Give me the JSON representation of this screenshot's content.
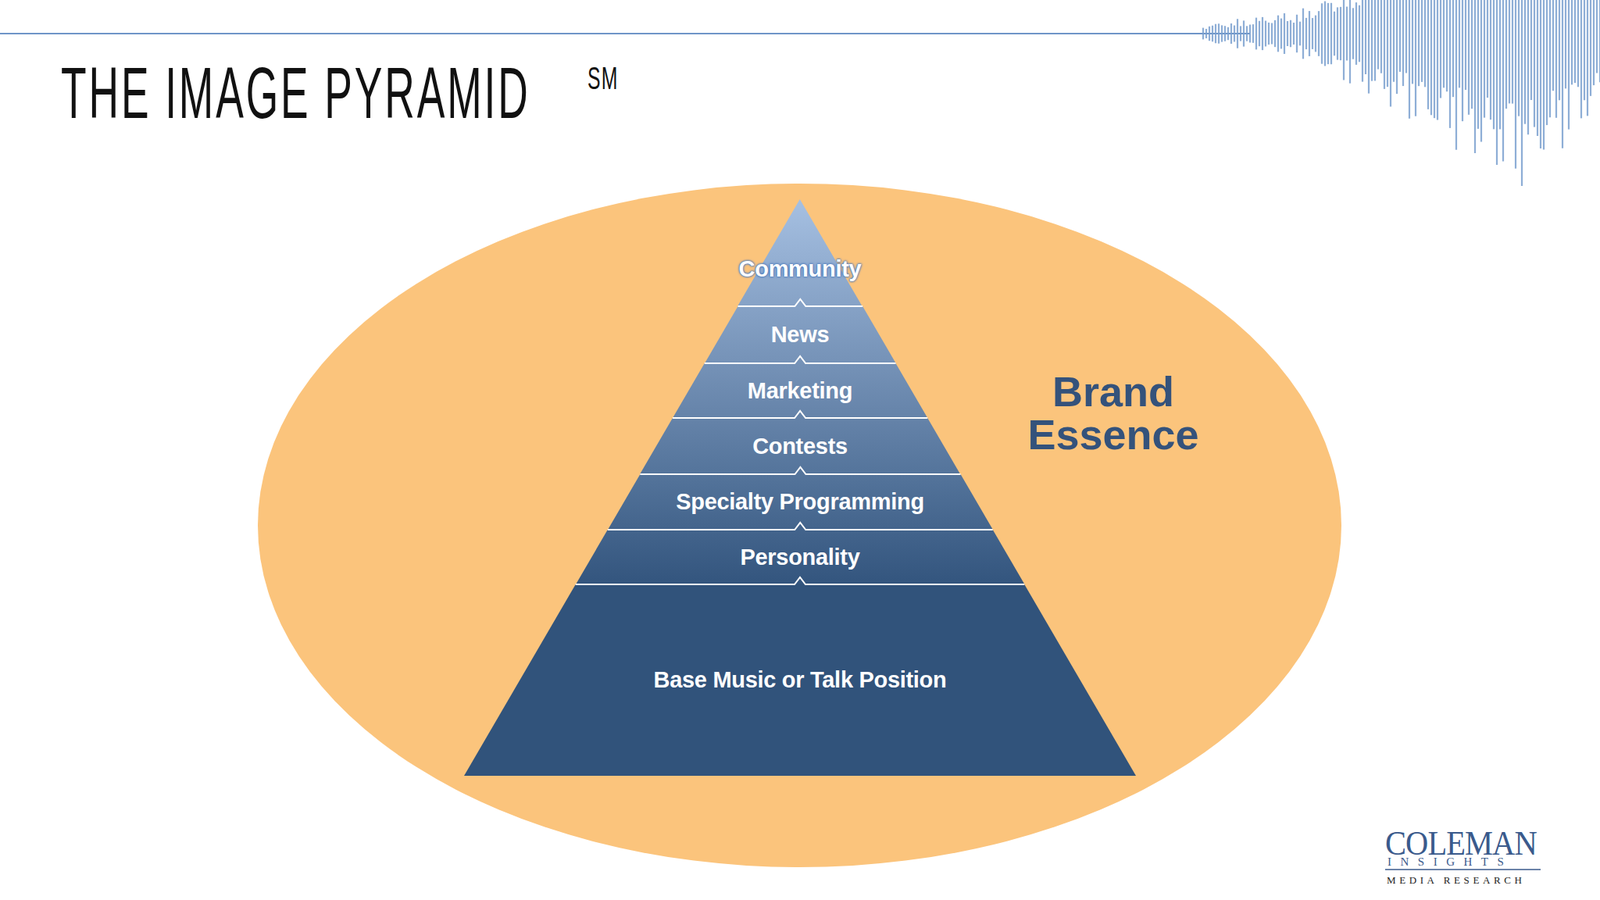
{
  "diagram": {
    "title": "THE IMAGE PYRAMID",
    "nodes": [
      {
        "text": [
          "Brand Essence"
        ]
      },
      {
        "text": [
          "Community"
        ],
        "in": 0
      },
      {
        "text": [
          "News"
        ],
        "in": 0
      },
      {
        "text": [
          "Marketing"
        ],
        "in": 0
      },
      {
        "text": [
          "Contests"
        ],
        "in": 0
      },
      {
        "text": [
          "Specialty Programming"
        ],
        "in": 0
      },
      {
        "text": [
          "Personality"
        ],
        "in": 0
      },
      {
        "text": [
          "Base Music or Talk Position"
        ],
        "in": 0
      }
    ],
    "labels": [
      "SM",
      "COLEMAN",
      "INSIGHTS",
      "MEDIA RESEARCH"
    ]
  }
}
